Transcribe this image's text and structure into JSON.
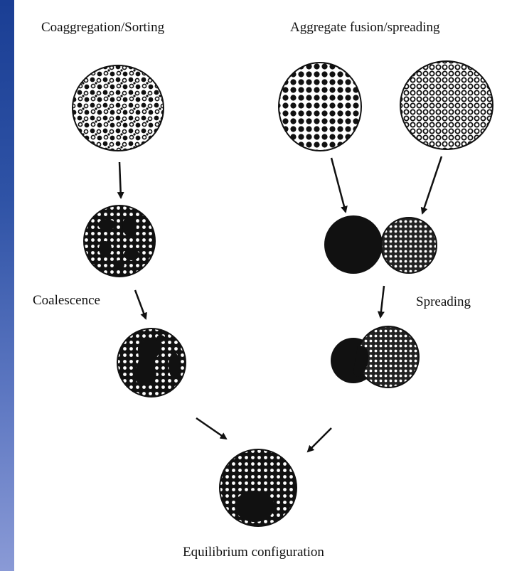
{
  "labels": {
    "coaggregation": "Coaggregation/Sorting",
    "fusion": "Aggregate fusion/spreading",
    "coalescence": "Coalescence",
    "spreading": "Spreading",
    "equilibrium": "Equilibrium configuration"
  },
  "colors": {
    "background_top": "#1a3e94",
    "background_bottom": "#8a9ad6",
    "panel": "#ffffff",
    "ink": "#111111"
  }
}
